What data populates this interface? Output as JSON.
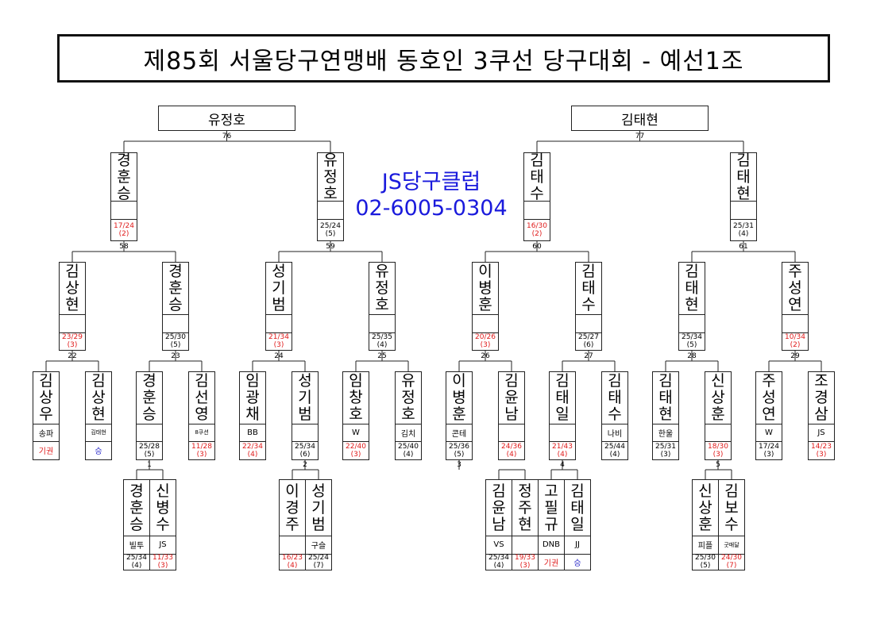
{
  "title": "제85회 서울당구연맹배 동호인 3쿠선 당구대회 - 예선1조",
  "promo": {
    "club": "JS당구클럽",
    "phone": "02-6005-0304"
  },
  "colors": {
    "score_red": "#e01b1b",
    "text_blue": "#2424c8"
  },
  "winners": {
    "left": "유정호",
    "right": "김태현"
  },
  "match_numbers": {
    "m76": "76",
    "m77": "77",
    "m58": "58",
    "m59": "59",
    "m60": "60",
    "m61": "61",
    "m22": "22",
    "m23": "23",
    "m24": "24",
    "m25": "25",
    "m26": "26",
    "m27": "27",
    "m28": "28",
    "m29": "29",
    "m1": "1",
    "m2": "2",
    "m3": "3",
    "m4": "4",
    "m5": "5"
  },
  "cards": {
    "r1_1": {
      "name": "경훈승",
      "score": "17/24",
      "count": "(2)"
    },
    "r1_2": {
      "name": "유정호",
      "score": "25/24",
      "count": "(5)"
    },
    "r1_3": {
      "name": "김태수",
      "score": "16/30",
      "count": "(2)"
    },
    "r1_4": {
      "name": "김태현",
      "score": "25/31",
      "count": "(4)"
    },
    "r2_1": {
      "name": "김상현",
      "score": "23/29",
      "count": "(3)"
    },
    "r2_2": {
      "name": "경훈승",
      "score": "25/30",
      "count": "(5)"
    },
    "r2_3": {
      "name": "성기범",
      "score": "21/34",
      "count": "(3)"
    },
    "r2_4": {
      "name": "유정호",
      "score": "25/35",
      "count": "(4)"
    },
    "r2_5": {
      "name": "이병훈",
      "score": "20/26",
      "count": "(3)"
    },
    "r2_6": {
      "name": "김태수",
      "score": "25/27",
      "count": "(6)"
    },
    "r2_7": {
      "name": "김태현",
      "score": "25/34",
      "count": "(5)"
    },
    "r2_8": {
      "name": "주성연",
      "score": "10/34",
      "count": "(2)"
    },
    "r3_1": {
      "name": "김상우",
      "club": "송파",
      "result": "기권"
    },
    "r3_2": {
      "name": "김상현",
      "club": "김태현",
      "result": "승"
    },
    "r3_3": {
      "name": "경훈승",
      "club": "",
      "score": "25/28",
      "count": "(5)"
    },
    "r3_4": {
      "name": "김선영",
      "club": "8쿠션",
      "score": "11/28",
      "count": "(3)"
    },
    "r3_5": {
      "name": "임광채",
      "club": "BB",
      "score": "22/34",
      "count": "(4)"
    },
    "r3_6": {
      "name": "성기범",
      "club": "",
      "score": "25/34",
      "count": "(6)"
    },
    "r3_7": {
      "name": "임창호",
      "club": "W",
      "score": "22/40",
      "count": "(3)"
    },
    "r3_8": {
      "name": "유정호",
      "club": "김치",
      "score": "25/40",
      "count": "(4)"
    },
    "r3_9": {
      "name": "이병훈",
      "club": "콘테",
      "score": "25/36",
      "count": "(5)"
    },
    "r3_10": {
      "name": "김윤남",
      "club": "",
      "score": "24/36",
      "count": "(4)"
    },
    "r3_11": {
      "name": "김태일",
      "club": "",
      "score": "21/43",
      "count": "(4)"
    },
    "r3_12": {
      "name": "김태수",
      "club": "나비",
      "score": "25/44",
      "count": "(4)"
    },
    "r3_13": {
      "name": "김태현",
      "club": "한울",
      "score": "25/31",
      "count": "(3)"
    },
    "r3_14": {
      "name": "신상훈",
      "club": "",
      "score": "18/30",
      "count": "(3)"
    },
    "r3_15": {
      "name": "주성연",
      "club": "W",
      "score": "17/24",
      "count": "(3)"
    },
    "r3_16": {
      "name": "조경삼",
      "club": "JS",
      "score": "14/23",
      "count": "(3)"
    },
    "r4_1": {
      "name": "경훈승",
      "club": "빌투",
      "score": "25/34",
      "count": "(4)"
    },
    "r4_2": {
      "name": "신병수",
      "club": "JS",
      "score": "11/33",
      "count": "(3)"
    },
    "r4_3": {
      "name": "이경주",
      "club": "",
      "score": "16/23",
      "count": "(4)"
    },
    "r4_4": {
      "name": "성기범",
      "club": "구슬",
      "score": "25/24",
      "count": "(7)"
    },
    "r4_5": {
      "name": "김윤남",
      "club": "VS",
      "score": "25/34",
      "count": "(4)"
    },
    "r4_6": {
      "name": "정주현",
      "club": "",
      "score": "19/33",
      "count": "(3)"
    },
    "r4_7": {
      "name": "고필규",
      "club": "DNB",
      "result": "기권"
    },
    "r4_8": {
      "name": "김태일",
      "club": "JJ",
      "result": "승"
    },
    "r4_9": {
      "name": "신상훈",
      "club": "피플",
      "score": "25/30",
      "count": "(5)"
    },
    "r4_10": {
      "name": "김보수",
      "club": "굿매달",
      "score": "24/30",
      "count": "(7)"
    }
  }
}
